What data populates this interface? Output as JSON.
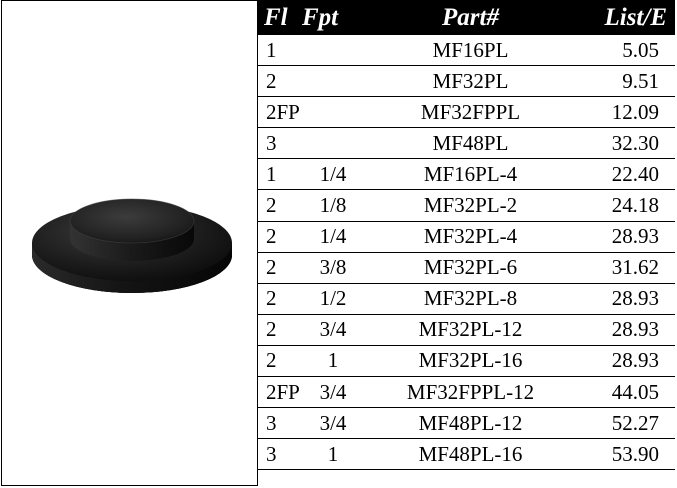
{
  "product": {
    "image": "black-round-flange-plug"
  },
  "table": {
    "headers": {
      "fl": "Fl",
      "fpt": "Fpt",
      "part": "Part#",
      "list": "List/E"
    },
    "rows": [
      {
        "fl": "1",
        "fpt": "",
        "part": "MF16PL",
        "list": "5.05"
      },
      {
        "fl": "2",
        "fpt": "",
        "part": "MF32PL",
        "list": "9.51"
      },
      {
        "fl": "2FP",
        "fpt": "",
        "part": "MF32FPPL",
        "list": "12.09"
      },
      {
        "fl": "3",
        "fpt": "",
        "part": "MF48PL",
        "list": "32.30"
      },
      {
        "fl": "1",
        "fpt": "1/4",
        "part": "MF16PL-4",
        "list": "22.40"
      },
      {
        "fl": "2",
        "fpt": "1/8",
        "part": "MF32PL-2",
        "list": "24.18"
      },
      {
        "fl": "2",
        "fpt": "1/4",
        "part": "MF32PL-4",
        "list": "28.93"
      },
      {
        "fl": "2",
        "fpt": "3/8",
        "part": "MF32PL-6",
        "list": "31.62"
      },
      {
        "fl": "2",
        "fpt": "1/2",
        "part": "MF32PL-8",
        "list": "28.93"
      },
      {
        "fl": "2",
        "fpt": "3/4",
        "part": "MF32PL-12",
        "list": "28.93"
      },
      {
        "fl": "2",
        "fpt": "1",
        "part": "MF32PL-16",
        "list": "28.93"
      },
      {
        "fl": "2FP",
        "fpt": "3/4",
        "part": "MF32FPPL-12",
        "list": "44.05"
      },
      {
        "fl": "3",
        "fpt": "3/4",
        "part": "MF48PL-12",
        "list": "52.27"
      },
      {
        "fl": "3",
        "fpt": "1",
        "part": "MF48PL-16",
        "list": "53.90"
      }
    ]
  }
}
